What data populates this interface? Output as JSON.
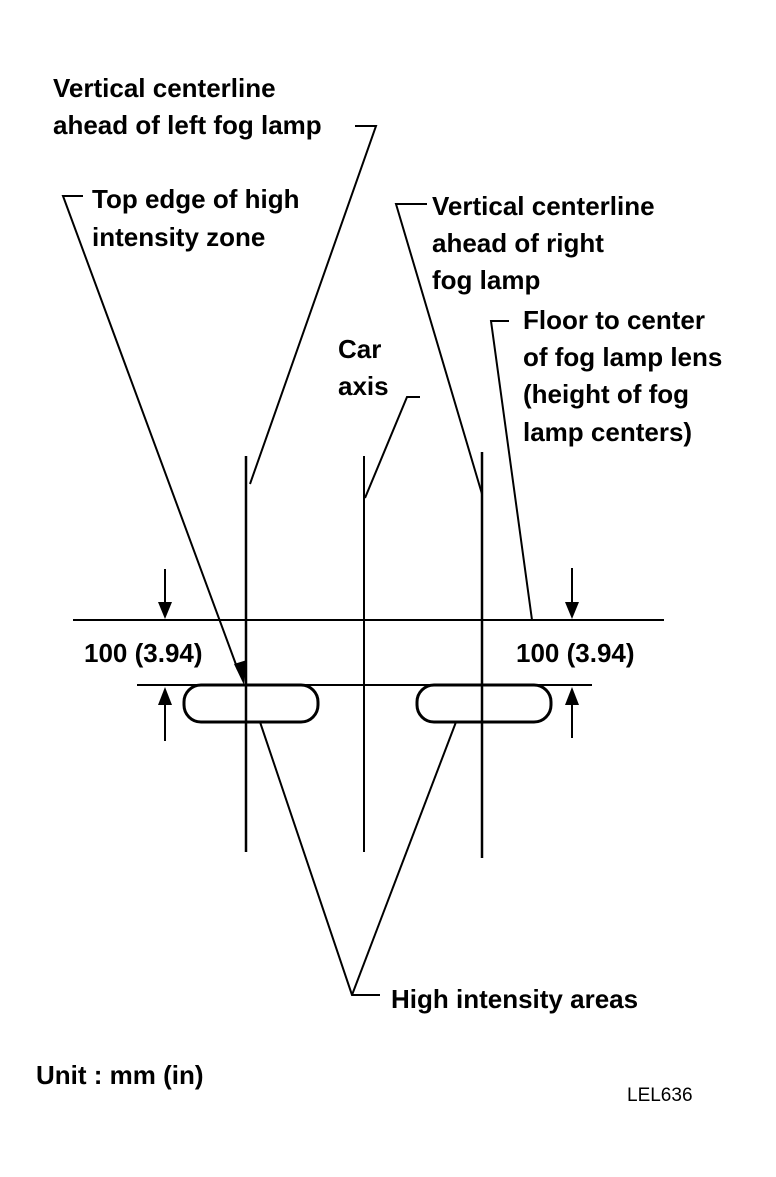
{
  "labels": {
    "left_centerline": [
      "Vertical centerline",
      "ahead of left fog lamp"
    ],
    "top_edge": [
      "Top edge of high",
      "intensity zone"
    ],
    "right_centerline": [
      "Vertical centerline",
      "ahead of right",
      "fog lamp"
    ],
    "floor_to_center": [
      "Floor to center",
      "of fog lamp lens",
      "(height of fog",
      "lamp centers)"
    ],
    "car_axis": [
      "Car",
      "axis"
    ],
    "dim_left": "100 (3.94)",
    "dim_right": "100 (3.94)",
    "high_intensity": "High intensity areas",
    "unit": "Unit :  mm  (in)",
    "figure_code": "LEL636"
  },
  "colors": {
    "line": "#000000",
    "background": "#ffffff"
  }
}
